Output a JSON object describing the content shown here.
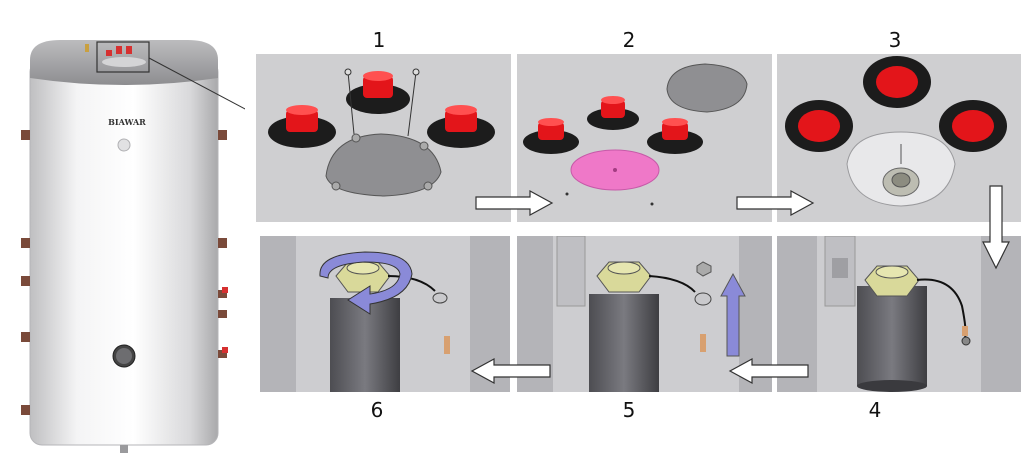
{
  "boiler": {
    "brand": "BIAWAR"
  },
  "steps": [
    {
      "number": "1"
    },
    {
      "number": "2"
    },
    {
      "number": "3"
    },
    {
      "number": "4"
    },
    {
      "number": "5"
    },
    {
      "number": "6"
    }
  ],
  "colors": {
    "panel_bg": "#cfcfd1",
    "cap_red": "#e3151a",
    "rotate_arrow": "#8a8ad8",
    "gasket_pink": "#ef78c8"
  }
}
